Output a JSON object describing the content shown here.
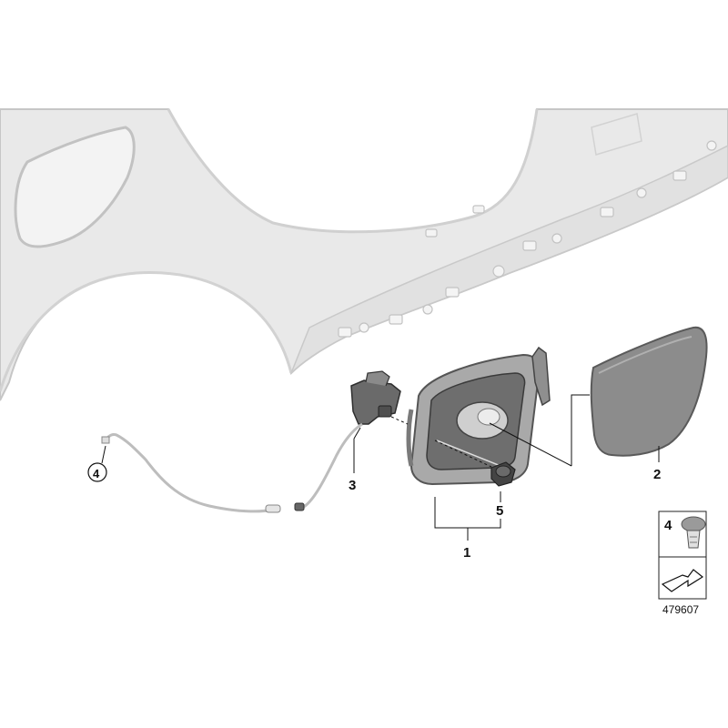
{
  "callouts": {
    "one": "1",
    "two": "2",
    "three": "3",
    "four_circled": "4",
    "five": "5"
  },
  "legend": {
    "part_number": "4",
    "image_code": "479607"
  },
  "colors": {
    "body_fill": "#e6e6e6",
    "body_stroke": "#c4c4c4",
    "part_dark": "#5f5f5f",
    "part_mid": "#8d8d8d",
    "flap_fill": "#8a8a8a",
    "line": "#111111"
  }
}
